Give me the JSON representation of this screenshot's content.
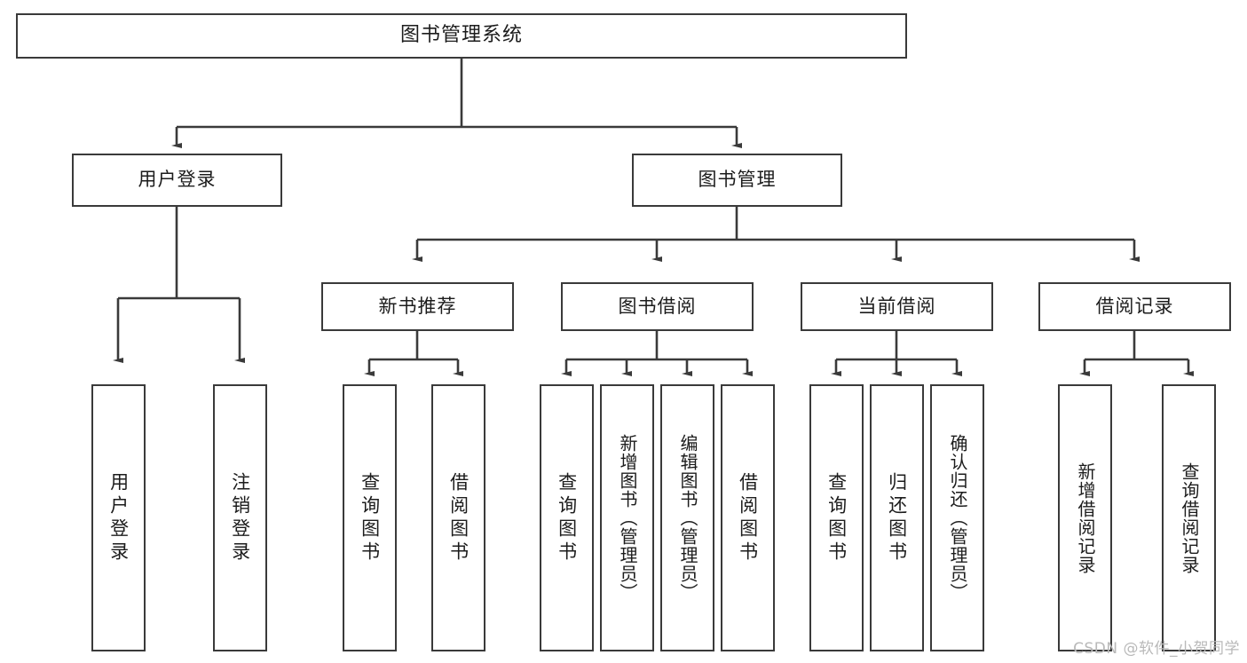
{
  "diagram": {
    "type": "tree-hierarchy",
    "title": "图书管理系统",
    "root": {
      "label": "图书管理系统"
    },
    "level1": [
      {
        "id": "user-login",
        "label": "用户登录"
      },
      {
        "id": "book-manage",
        "label": "图书管理"
      }
    ],
    "level2": [
      {
        "id": "new-book-recommend",
        "label": "新书推荐",
        "parent": "book-manage"
      },
      {
        "id": "book-borrow",
        "label": "图书借阅",
        "parent": "book-manage"
      },
      {
        "id": "current-borrow",
        "label": "当前借阅",
        "parent": "book-manage"
      },
      {
        "id": "borrow-record",
        "label": "借阅记录",
        "parent": "book-manage"
      }
    ],
    "leaves": {
      "user-login": [
        {
          "id": "leaf-user-login",
          "label": "用户登录"
        },
        {
          "id": "leaf-user-logout",
          "label": "注销登录"
        }
      ],
      "new-book-recommend": [
        {
          "id": "leaf-query-book-1",
          "label": "查询图书"
        },
        {
          "id": "leaf-borrow-book-1",
          "label": "借阅图书"
        }
      ],
      "book-borrow": [
        {
          "id": "leaf-query-book-2",
          "label": "查询图书"
        },
        {
          "id": "leaf-add-book",
          "label": "新增图书（管理员）"
        },
        {
          "id": "leaf-edit-book",
          "label": "编辑图书（管理员）"
        },
        {
          "id": "leaf-borrow-book-2",
          "label": "借阅图书"
        }
      ],
      "current-borrow": [
        {
          "id": "leaf-query-book-3",
          "label": "查询图书"
        },
        {
          "id": "leaf-return-book",
          "label": "归还图书"
        },
        {
          "id": "leaf-confirm-return",
          "label": "确认归还（管理员）"
        }
      ],
      "borrow-record": [
        {
          "id": "leaf-add-record",
          "label": "新增借阅记录"
        },
        {
          "id": "leaf-query-record",
          "label": "查询借阅记录"
        }
      ]
    }
  },
  "watermark": {
    "text": "CSDN @软件_小贺同学"
  },
  "colors": {
    "stroke": "#3a3a3a",
    "text": "#1c1c1c",
    "background": "#ffffff",
    "watermark": "#b9b9b9"
  }
}
